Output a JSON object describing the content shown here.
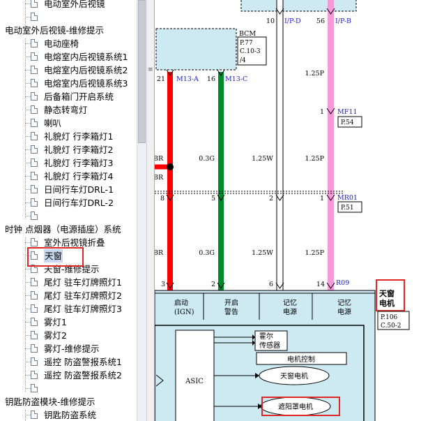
{
  "tree": {
    "items": [
      {
        "label": "电动室外后视镜",
        "level": 2
      },
      {
        "label": "",
        "level": 2
      },
      {
        "label": "电动室外后视镜-维修提示",
        "level": 1
      },
      {
        "label": "电动座椅",
        "level": 2
      },
      {
        "label": "电熔室内后视镜系统1",
        "level": 2
      },
      {
        "label": "电熔室内后视镜系统2",
        "level": 2
      },
      {
        "label": "电熔室内后视镜系统3",
        "level": 2
      },
      {
        "label": "后备箱门开启系统",
        "level": 2
      },
      {
        "label": "静态转弯灯",
        "level": 2
      },
      {
        "label": "喇叭",
        "level": 2
      },
      {
        "label": "礼貌灯 行李箱灯1",
        "level": 2
      },
      {
        "label": "礼貌灯 行李箱灯2",
        "level": 2
      },
      {
        "label": "礼貌灯 行李箱灯3",
        "level": 2
      },
      {
        "label": "礼貌灯 行李箱灯4",
        "level": 2
      },
      {
        "label": "日间行车灯DRL-1",
        "level": 2
      },
      {
        "label": "日间行车灯DRL-2",
        "level": 2
      },
      {
        "label": "",
        "level": 2
      },
      {
        "label": "时钟 点烟器（电源插座）系统",
        "level": 1
      },
      {
        "label": "室外后视镜折叠",
        "level": 2
      },
      {
        "label": "天窗",
        "level": 2,
        "selected": true
      },
      {
        "label": "天窗-维修提示",
        "level": 2
      },
      {
        "label": "尾灯 驻车灯牌照灯1",
        "level": 2
      },
      {
        "label": "尾灯 驻车灯牌照灯2",
        "level": 2
      },
      {
        "label": "尾灯 驻车灯牌照灯3",
        "level": 2
      },
      {
        "label": "雾灯1",
        "level": 2
      },
      {
        "label": "雾灯2",
        "level": 2
      },
      {
        "label": "雾灯-维修提示",
        "level": 2
      },
      {
        "label": "遥控 防盗警报系统1",
        "level": 2
      },
      {
        "label": "遥控 防盗警报系统2",
        "level": 2
      },
      {
        "label": "",
        "level": 2
      },
      {
        "label": "钥匙防盗模块-维修提示",
        "level": 1
      },
      {
        "label": "钥匙防盗系统",
        "level": 2
      }
    ]
  },
  "splitter": {
    "grip": "≡"
  },
  "diagram": {
    "bcm": {
      "name": "BCM",
      "refs": [
        "P.77",
        "C.10-3",
        "/4"
      ]
    },
    "top_pins": [
      {
        "pin": "10",
        "conn": "I/P-D"
      },
      {
        "pin": "56",
        "conn": "I/P-B"
      }
    ],
    "bcm_pins": [
      {
        "pin": "21",
        "conn": "M13-A"
      },
      {
        "pin": "16",
        "conn": "M13-C"
      }
    ],
    "wires": {
      "red": {
        "label": "BR",
        "color": "#ff0000"
      },
      "green": {
        "label": "0.3G",
        "color": "#008a2e"
      },
      "white": {
        "label": "1.25W",
        "color": "#ffffff"
      },
      "pink": {
        "label": "1.25P",
        "color": "#f080c8"
      }
    },
    "mf11": {
      "pin": "1",
      "conn": "MF11",
      "ref": "P.54"
    },
    "mr01": {
      "pin": "1",
      "conn": "MR01",
      "ref": "P.51"
    },
    "mid_pins": [
      "8",
      "5",
      "2",
      "1"
    ],
    "bottom_pins": [
      "3",
      "2",
      "6",
      "14"
    ],
    "r09": "R09",
    "module_labels": [
      {
        "l1": "启动",
        "l2": "(IGN)"
      },
      {
        "l1": "开启",
        "l2": "警告"
      },
      {
        "l1": "记忆",
        "l2": "电源"
      },
      {
        "l1": "记忆",
        "l2": "电源"
      }
    ],
    "component": {
      "l1": "天窗",
      "l2": "电机",
      "refs": [
        "P.106",
        "C.50-2"
      ]
    },
    "asic": "ASIC",
    "hall": {
      "l1": "霍尔",
      "l2": "传感器"
    },
    "motor_ctrl": "电机控制",
    "sunroof_motor": "天窗电机",
    "shade_motor": "遮阳罩电机",
    "module_fill": "#cde9f2"
  }
}
